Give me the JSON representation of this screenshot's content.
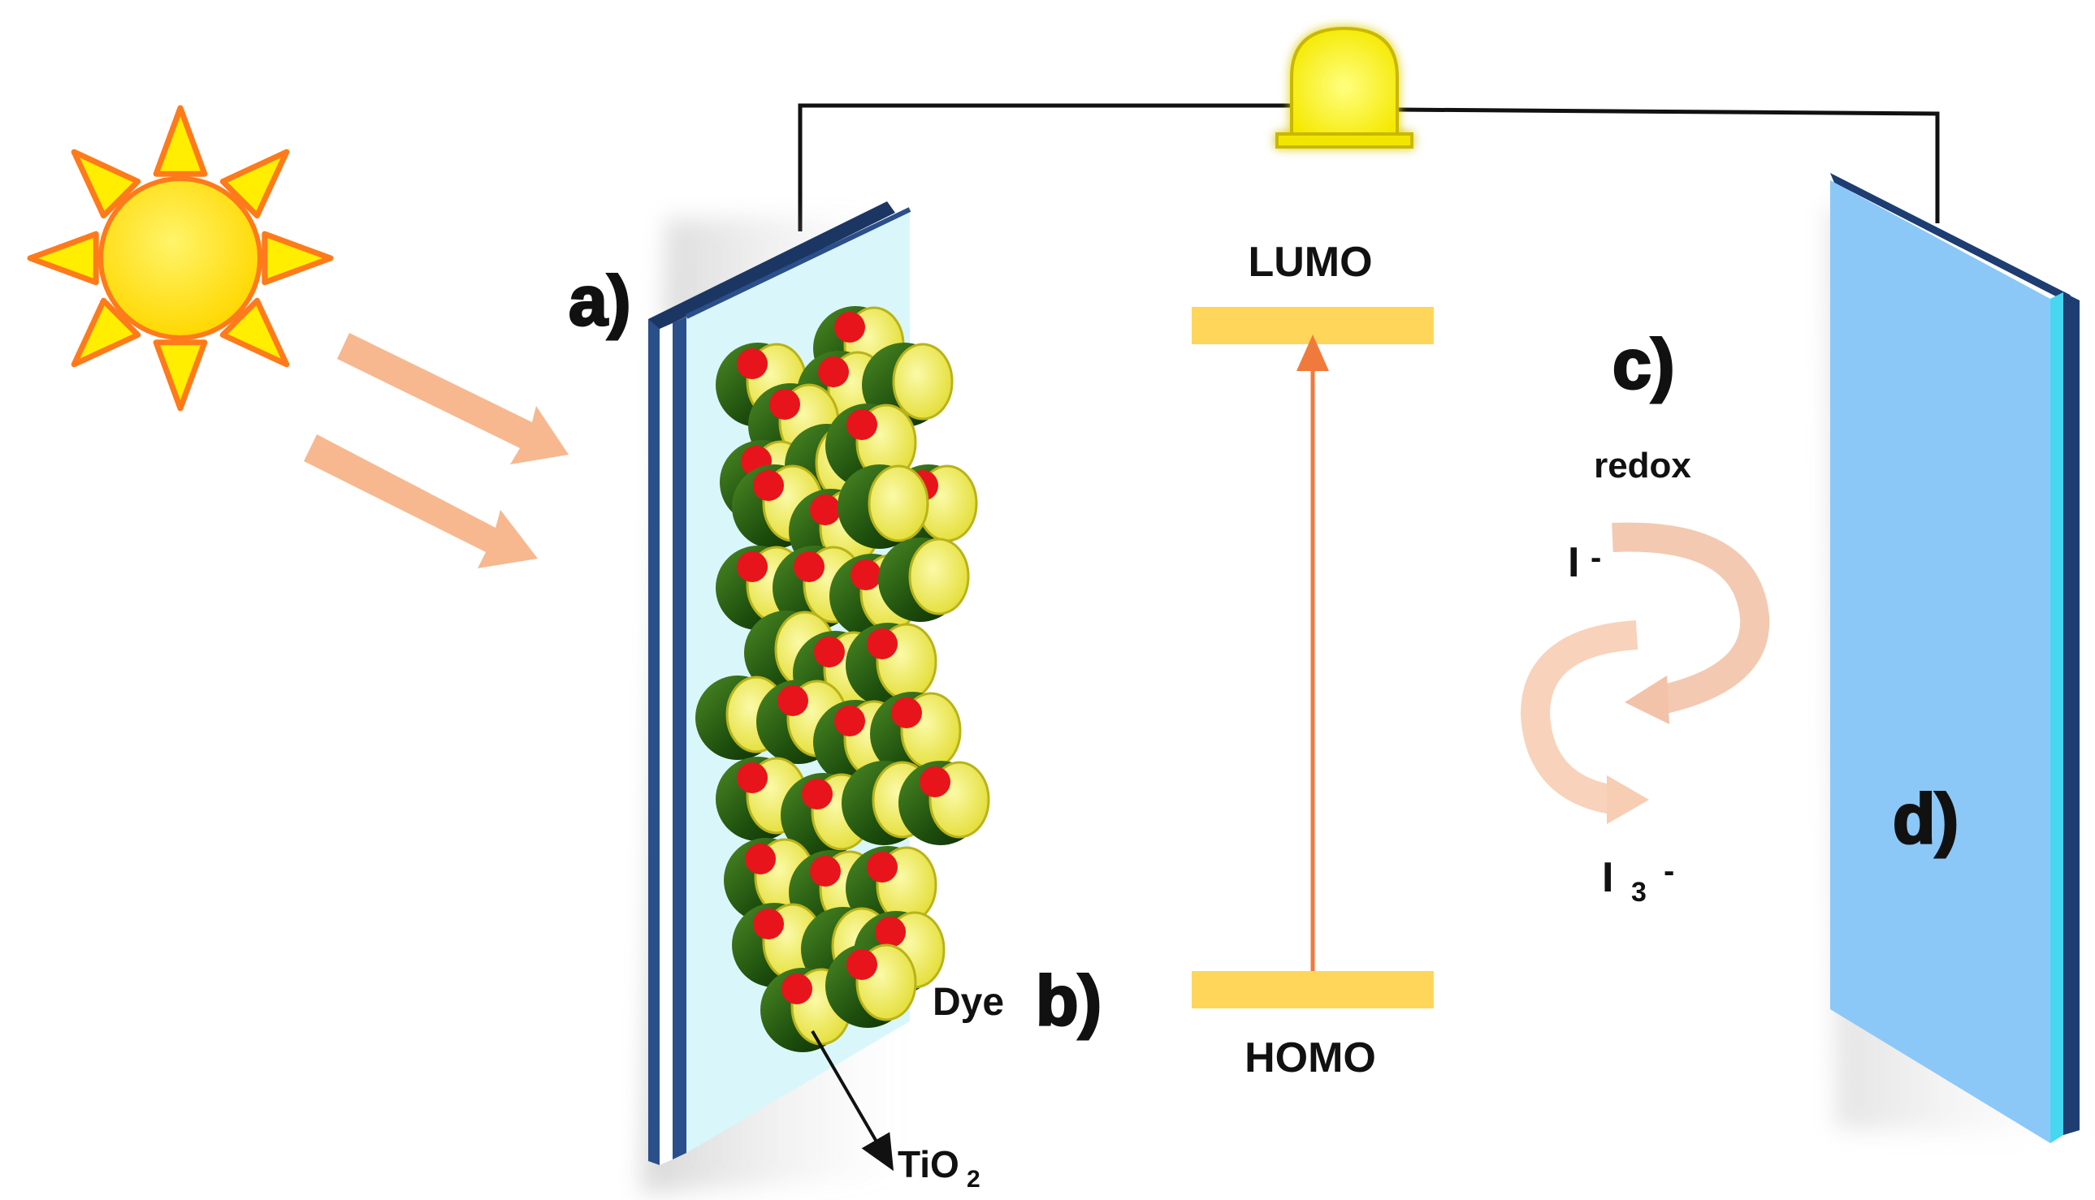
{
  "labels": {
    "a": "a)",
    "b": "b)",
    "c": "c)",
    "d": "d)",
    "lumo": "LUMO",
    "homo": "HOMO",
    "redox": "redox",
    "dye": "Dye",
    "tio2_main": "TiO",
    "tio2_sub": "2",
    "iodide": "I",
    "iodide_charge": "-",
    "triiodide": "I",
    "triiodide_sub": "3",
    "triiodide_charge": "-"
  },
  "colors": {
    "sun": "#ffee00",
    "sun_ray_edge": "#ff7a1a",
    "light_arrow": "#f7b48a",
    "anode_glass": "#d9f7fa",
    "anode_edge": "#2a4f8a",
    "cathode_face": "#8cc8f7",
    "cathode_edge": "#1d3d73",
    "energy_level": "#ffd65a",
    "transition_arrow": "#f07a3c",
    "dye_red": "#e8141b",
    "tio2_green": "#1f5a10",
    "tio2_yellow": "#f3f05a",
    "bulb": "#f8f000",
    "wire": "#111111",
    "redox_arrow": "#f2a98a"
  },
  "icons": {
    "sun": "sun-icon",
    "bulb": "light-bulb-icon"
  }
}
